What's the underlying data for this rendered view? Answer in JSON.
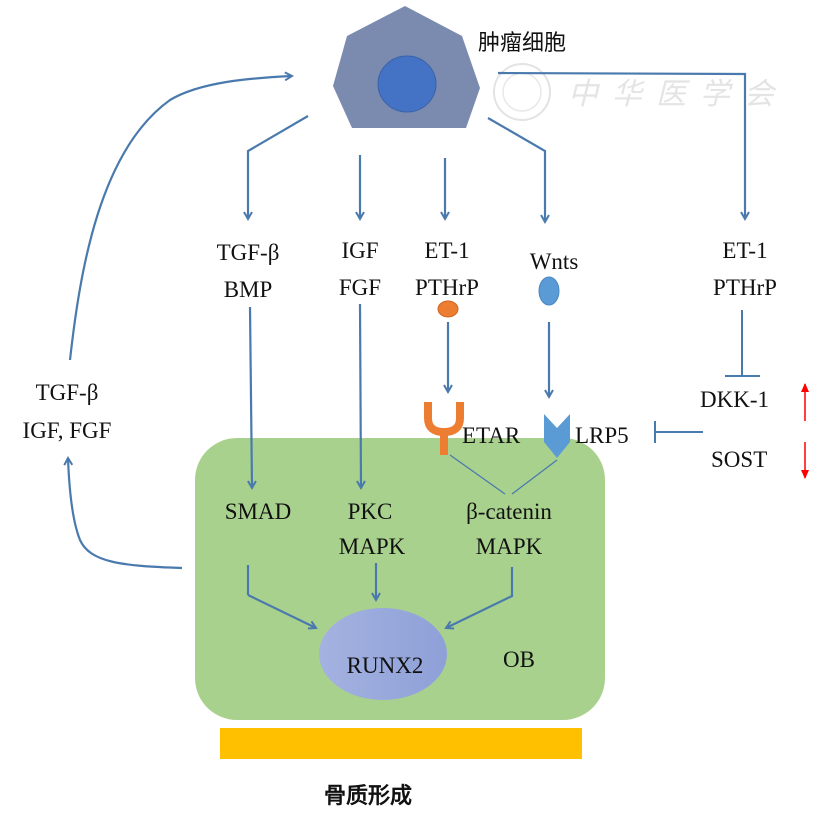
{
  "diagram": {
    "title": "肿瘤细胞",
    "bottom_label": "骨质形成",
    "watermark": "中华医学会",
    "colors": {
      "arrow": "#4a7aad",
      "tumor_cell": "#7b8bb0",
      "nucleus": "#4472c4",
      "osteoblast": "#a9d18e",
      "runx2_start": "#a4b2e0",
      "runx2_end": "#8ea0d8",
      "bone_bar": "#ffc000",
      "etar": "#ed7d31",
      "lrp5": "#5b9bd5",
      "red_arrow": "#ff0000"
    },
    "nodes": {
      "tgf_bmp": {
        "line1": "TGF-β",
        "line2": "BMP"
      },
      "igf_fgf": {
        "line1": "IGF",
        "line2": "FGF"
      },
      "et1_pthrp_mid": {
        "line1": "ET-1",
        "line2": "PTHrP"
      },
      "wnts": {
        "line1": "Wnts"
      },
      "et1_pthrp_right": {
        "line1": "ET-1",
        "line2": "PTHrP"
      },
      "dkk1": "DKK-1",
      "sost": "SOST",
      "etar": "ETAR",
      "lrp5": "LRP5",
      "smad": "SMAD",
      "pkc_mapk": {
        "line1": "PKC",
        "line2": "MAPK"
      },
      "bcatenin_mapk": {
        "line1": "β-catenin",
        "line2": "MAPK"
      },
      "runx2": "RUNX2",
      "ob": "OB",
      "feedback": {
        "line1": "TGF-β",
        "line2": "IGF, FGF"
      }
    },
    "edges": [
      {
        "from": "tumor_cell",
        "to": "tgf_bmp",
        "type": "activate"
      },
      {
        "from": "tumor_cell",
        "to": "igf_fgf",
        "type": "activate"
      },
      {
        "from": "tumor_cell",
        "to": "et1_pthrp_mid",
        "type": "activate"
      },
      {
        "from": "tumor_cell",
        "to": "wnts",
        "type": "activate"
      },
      {
        "from": "tumor_cell",
        "to": "et1_pthrp_right",
        "type": "activate"
      },
      {
        "from": "tgf_bmp",
        "to": "smad",
        "type": "activate"
      },
      {
        "from": "igf_fgf",
        "to": "pkc_mapk",
        "type": "activate"
      },
      {
        "from": "et1_pthrp_mid",
        "to": "etar",
        "type": "activate"
      },
      {
        "from": "wnts",
        "to": "lrp5",
        "type": "activate"
      },
      {
        "from": "etar",
        "to": "bcatenin_mapk",
        "type": "link"
      },
      {
        "from": "lrp5",
        "to": "bcatenin_mapk",
        "type": "link"
      },
      {
        "from": "et1_pthrp_right",
        "to": "dkk1",
        "type": "inhibit"
      },
      {
        "from": "dkk1_sost",
        "to": "lrp5",
        "type": "inhibit"
      },
      {
        "from": "smad",
        "to": "runx2",
        "type": "activate"
      },
      {
        "from": "pkc_mapk",
        "to": "runx2",
        "type": "activate"
      },
      {
        "from": "bcatenin_mapk",
        "to": "runx2",
        "type": "activate"
      },
      {
        "from": "osteoblast",
        "to": "feedback",
        "type": "activate"
      },
      {
        "from": "feedback",
        "to": "tumor_cell",
        "type": "activate"
      }
    ],
    "regulation": {
      "dkk1": "up",
      "sost": "down"
    }
  }
}
